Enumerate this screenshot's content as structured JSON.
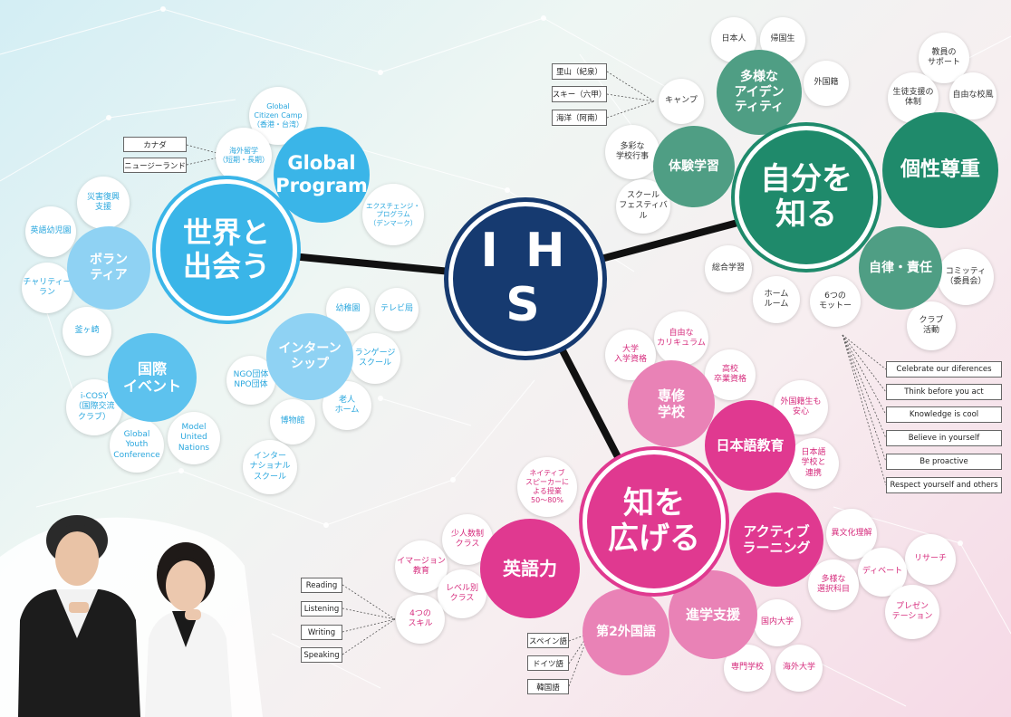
{
  "center": {
    "label": "I H S"
  },
  "hubs": {
    "sekai": {
      "label": "世界と\n出会う",
      "color": "#3ab5e8"
    },
    "jibun": {
      "label": "自分を\n知る",
      "color": "#1f8a6b"
    },
    "chi": {
      "label": "知を\n広げる",
      "color": "#e03990"
    }
  },
  "subs": {
    "global_program": "Global\nProgram",
    "volunteer": "ボラン\nティア",
    "kokusai_event": "国際\nイベント",
    "internship": "インターン\nシップ",
    "tayou": "多様な\nアイデン\nティティ",
    "taiken": "体験学習",
    "kosei": "個性尊重",
    "jiritsu": "自律・責任",
    "senshu": "専修\n学校",
    "nihongo": "日本語教育",
    "active": "アクティブ\nラーニング",
    "eigo": "英語力",
    "dai2": "第2外国語",
    "shingaku": "進学支援"
  },
  "leaves": {
    "gcc": "Global\nCitizen Camp\n（香港・台湾）",
    "kaigai_ryugaku": "海外留学\n（短期・長期）",
    "exchange": "エクスチェンジ・\nプログラム\n（デンマーク）",
    "saigai": "災害復興\n支援",
    "eigo_youchien": "英語幼児園",
    "charity": "チャリティー\nラン",
    "kamagasaki": "釜ヶ崎",
    "icosy": "i-COSY\n（国際交流\nクラブ）",
    "gyc": "Global\nYouth\nConference",
    "mun": "Model\nUnited\nNations",
    "youchien": "幼稚園",
    "terebi": "テレビ局",
    "language_school": "ランゲージ\nスクール",
    "ngo": "NGO団体\nNPO団体",
    "rojin": "老人\nホーム",
    "hakubutsukan": "博物館",
    "international_school": "インター\nナショナル\nスクール",
    "nihonjin": "日本人",
    "kikokusei": "帰国生",
    "gaikokuseki": "外国籍",
    "kyoin_support": "教員の\nサポート",
    "seito_support": "生徒支援の\n体制",
    "jiyu_kofu": "自由な校風",
    "camp": "キャンプ",
    "tasai": "多彩な\n学校行事",
    "school_festival": "スクール\nフェスティバル",
    "sogo": "総合学習",
    "homeroom": "ホーム\nルーム",
    "motto": "6つの\nモットー",
    "committee": "コミッティ\n（委員会）",
    "club": "クラブ\n活動",
    "jiyu_curriculum": "自由な\nカリキュラム",
    "daigaku": "大学\n入学資格",
    "koko": "高校\n卒業資格",
    "gaikokuseki_anshin": "外国籍生も\n安心",
    "nihongo_gakko": "日本語\n学校と\n連携",
    "native": "ネイティブ\nスピーカーに\nよる授業\n50〜80%",
    "shoninzu": "少人数制\nクラス",
    "immersion": "イマージョン\n教育",
    "level": "レベル別\nクラス",
    "yottsu": "4つの\nスキル",
    "ibunka": "異文化理解",
    "research": "リサーチ",
    "debate": "ディベート",
    "tayou_sentaku": "多様な\n選択科目",
    "presentation": "プレゼン\nテーション",
    "kokunai": "国内大学",
    "senmon": "専門学校",
    "kaigai_daigaku": "海外大学"
  },
  "boxes": {
    "canada": "カナダ",
    "nz": "ニュージーランド",
    "satoyama": "里山（紀泉）",
    "ski": "スキー（六甲）",
    "kaiyo": "海洋（阿南）",
    "m1": "Celebrate our diferences",
    "m2": "Think before you act",
    "m3": "Knowledge is cool",
    "m4": "Believe in yourself",
    "m5": "Be proactive",
    "m6": "Respect yourself and others",
    "reading": "Reading",
    "listening": "Listening",
    "writing": "Writing",
    "speaking": "Speaking",
    "spain": "スペイン語",
    "german": "ドイツ語",
    "korean": "韓国語"
  },
  "colors": {
    "navy": "#163a70",
    "cyan": "#3ab5e8",
    "cyan_light": "#8fd2f3",
    "green": "#1f8a6b",
    "green_mid": "#4f9e84",
    "pink": "#e03990",
    "pink_light": "#e982b6"
  }
}
